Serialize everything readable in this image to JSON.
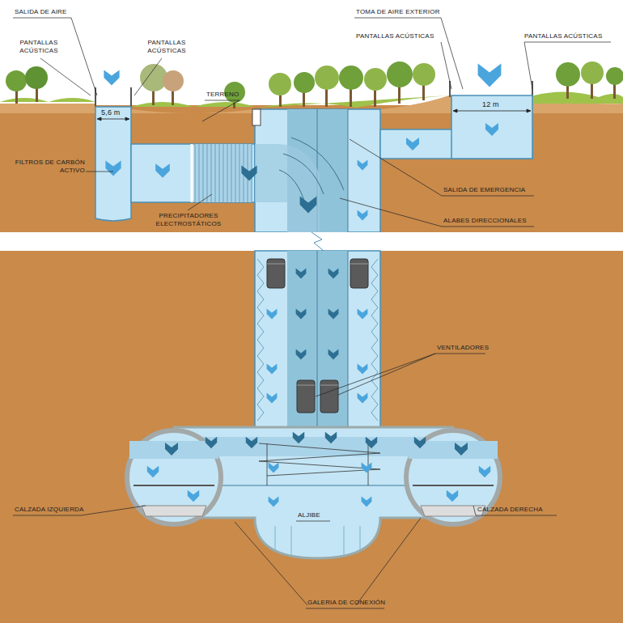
{
  "diagram": {
    "labels": [
      "SALIDA DE AIRE",
      "PANTALLAS ACÚSTICAS",
      "PANTALLAS ACÚSTICAS",
      "TERRENO",
      "5,6 m",
      "FILTROS DE CARBÓN ACTIVO",
      "PRECIPITADORES ELECTROSTÁTICOS",
      "TOMA DE AIRE EXTERIOR",
      "PANTALLAS ACÚSTICAS",
      "PANTALLAS ACÚSTICAS",
      "12 m",
      "SALIDA DE EMERGENCIA",
      "ALABES DIRECCIONALES",
      "VENTILADORES",
      "CALZADA IZQUIERDA",
      "ALJIBE",
      "CALZADA DERECHA",
      "GALERIA DE CONEXIÓN"
    ]
  }
}
